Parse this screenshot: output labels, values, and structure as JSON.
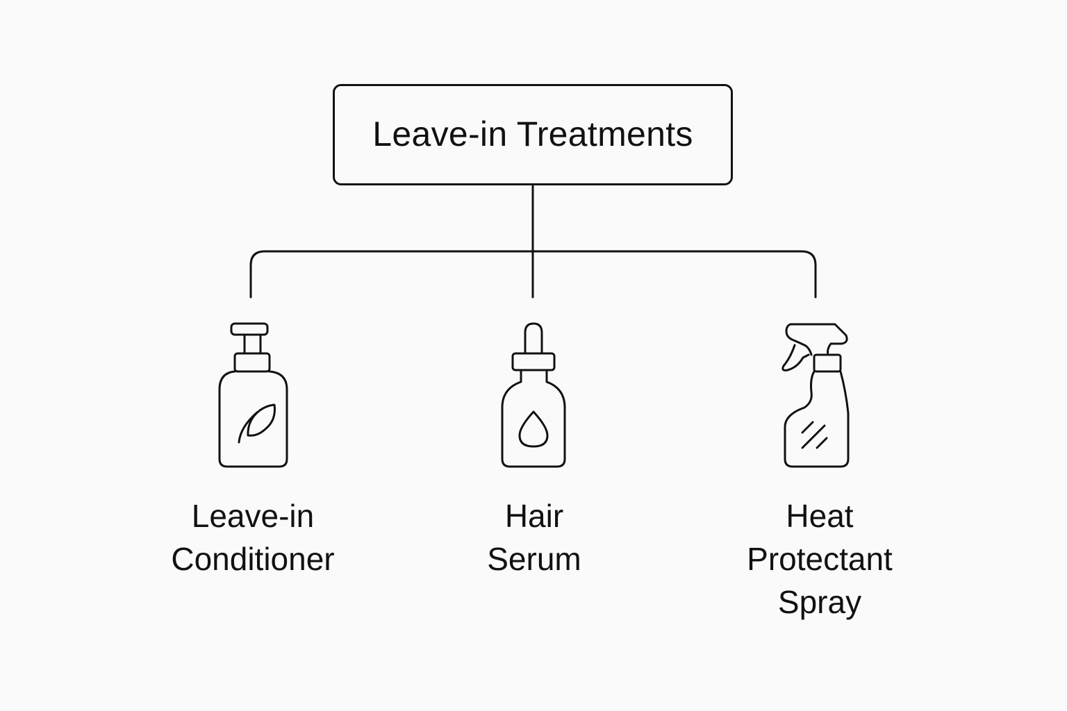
{
  "root": {
    "label": "Leave-in Treatments"
  },
  "children": [
    {
      "label_lines": [
        "Leave-in",
        "Conditioner"
      ],
      "icon": "pump-bottle-leaf-icon"
    },
    {
      "label_lines": [
        "Hair",
        "Serum"
      ],
      "icon": "dropper-bottle-icon"
    },
    {
      "label_lines": [
        "Heat",
        "Protectant",
        "Spray"
      ],
      "icon": "spray-bottle-icon"
    }
  ],
  "colors": {
    "stroke": "#111111",
    "background": "#fafafa"
  }
}
